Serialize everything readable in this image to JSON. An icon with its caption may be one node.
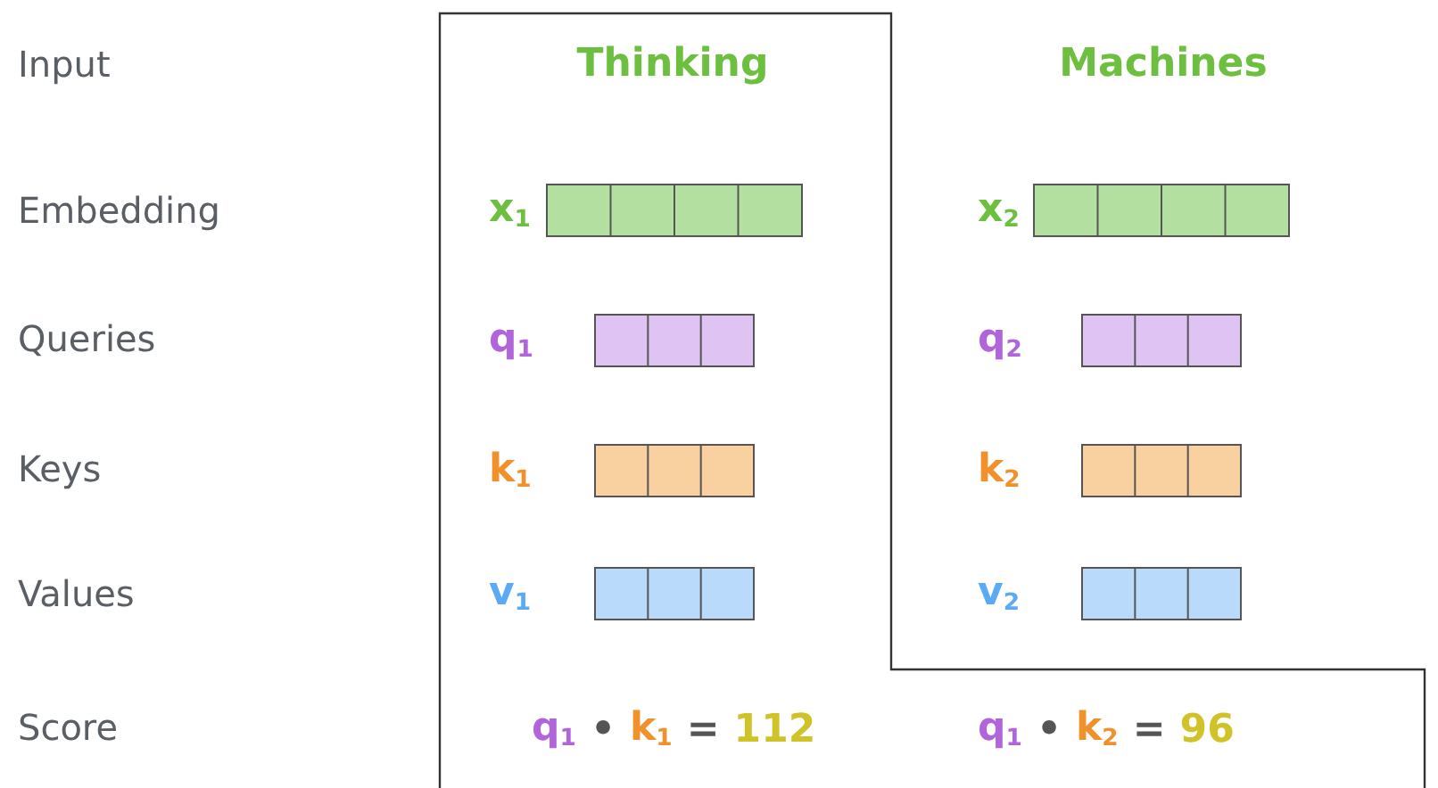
{
  "diagram": {
    "nodes": [
      {
        "text": [],
        "shape": "bar",
        "beside": [
          "x$_{1}$"
        ]
      },
      {
        "text": [],
        "shape": "bar",
        "beside": [
          "x$_{2}$"
        ]
      },
      {
        "text": [],
        "shape": "bar",
        "beside": [
          "q$_{1}$"
        ]
      },
      {
        "text": [],
        "shape": "bar",
        "beside": [
          "q$_{2}$"
        ]
      },
      {
        "text": [],
        "shape": "bar",
        "beside": [
          "k$_{1}$"
        ]
      },
      {
        "text": [],
        "shape": "bar",
        "beside": [
          "k$_{2}$"
        ]
      },
      {
        "text": [],
        "shape": "bar",
        "beside": [
          "v$_{1}$"
        ]
      },
      {
        "text": [],
        "shape": "bar",
        "beside": [
          "v$_{2}$"
        ]
      }
    ],
    "edges": [],
    "labels": [
      "Input",
      "Thinking",
      "Machines",
      "Embedding",
      "Queries",
      "Keys",
      "Values",
      "Score",
      "q$_{1}$",
      "•",
      "k$_{1}$",
      "=",
      "112",
      "q$_{1}$",
      "•",
      "k$_{2}$",
      "=",
      "96"
    ]
  }
}
